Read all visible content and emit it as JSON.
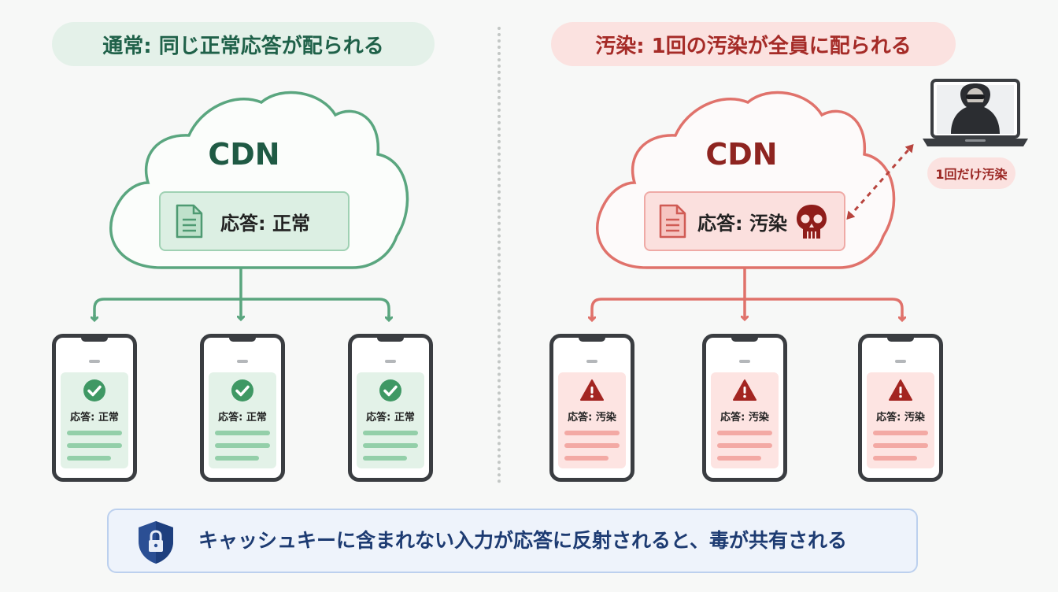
{
  "left_panel": {
    "heading": "通常: 同じ正常応答が配られる",
    "cdn_label": "CDN",
    "response_label": "応答: 正常",
    "clients": [
      {
        "status_icon": "check-circle-icon",
        "label": "応答: 正常"
      },
      {
        "status_icon": "check-circle-icon",
        "label": "応答: 正常"
      },
      {
        "status_icon": "check-circle-icon",
        "label": "応答: 正常"
      }
    ]
  },
  "right_panel": {
    "heading": "汚染:  1回の汚染が全員に配られる",
    "cdn_label": "CDN",
    "response_label": "応答: 汚染",
    "attacker_label": "1回だけ汚染",
    "clients": [
      {
        "status_icon": "warning-triangle-icon",
        "label": "応答: 汚染"
      },
      {
        "status_icon": "warning-triangle-icon",
        "label": "応答: 汚染"
      },
      {
        "status_icon": "warning-triangle-icon",
        "label": "応答: 汚染"
      }
    ]
  },
  "footer": {
    "icon": "shield-lock-icon",
    "text": "キャッシュキーに含まれない入力が応答に反射されると、毒が共有される"
  },
  "colors": {
    "normal": "#5aa67f",
    "normal_text": "#1f5a44",
    "poisoned": "#e0726b",
    "poisoned_text": "#8e2420",
    "footer_accent": "#1d3b72"
  }
}
